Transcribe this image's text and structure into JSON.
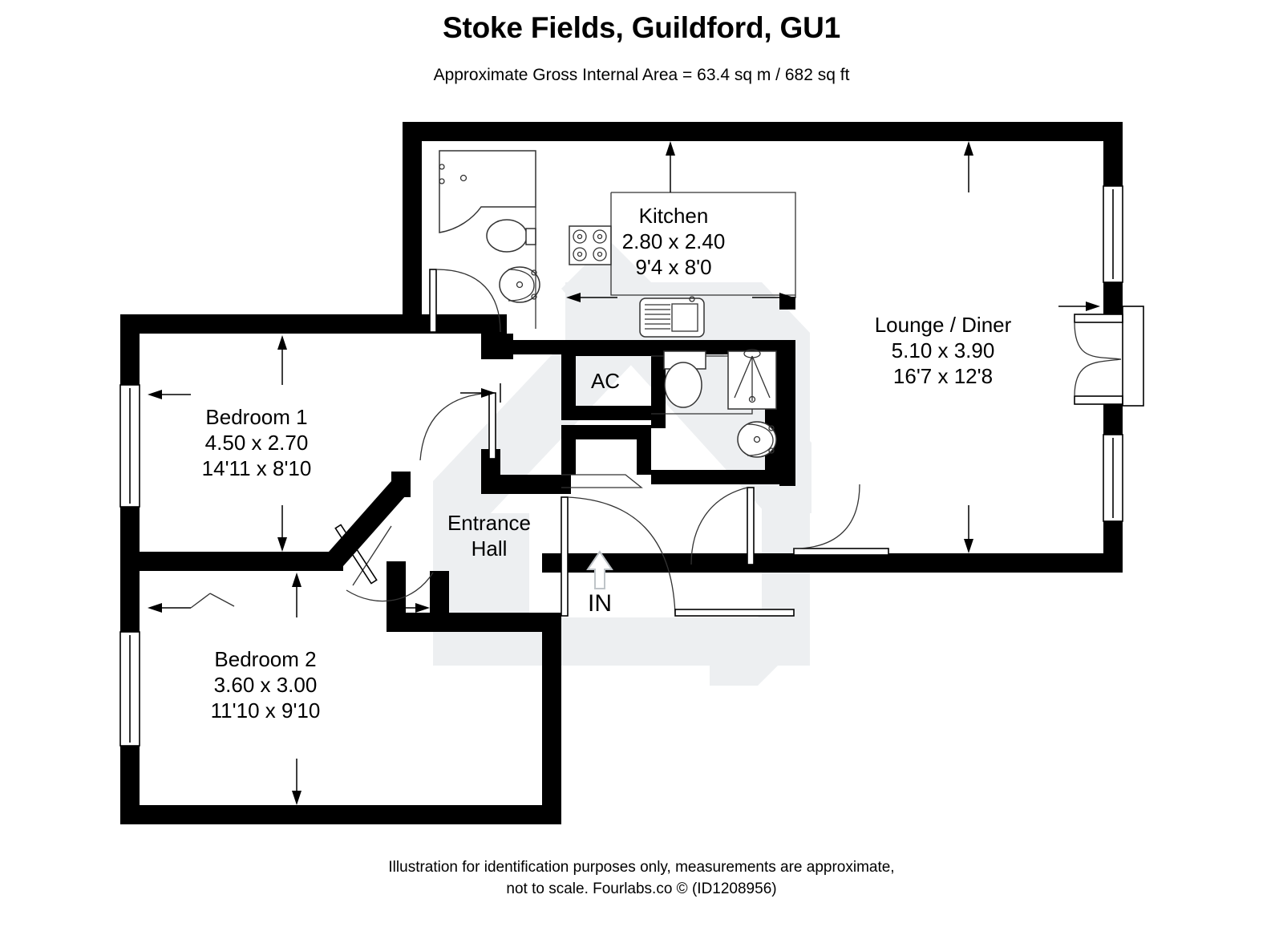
{
  "header": {
    "title": "Stoke Fields, Guildford, GU1",
    "subtitle": "Approximate Gross Internal Area = 63.4 sq m / 682 sq ft"
  },
  "footer": {
    "line1": "Illustration for identification purposes only, measurements are approximate,",
    "line2": "not to scale. Fourlabs.co © (ID1208956)"
  },
  "rooms": [
    {
      "key": "kitchen",
      "name": "Kitchen",
      "metric": "2.80 x 2.40",
      "imperial": "9'4 x 8'0"
    },
    {
      "key": "lounge_diner",
      "name": "Lounge / Diner",
      "metric": "5.10 x 3.90",
      "imperial": "16'7 x 12'8"
    },
    {
      "key": "bedroom_1",
      "name": "Bedroom 1",
      "metric": "4.50 x 2.70",
      "imperial": "14'11 x 8'10"
    },
    {
      "key": "bedroom_2",
      "name": "Bedroom 2",
      "metric": "3.60 x 3.00",
      "imperial": "11'10 x 9'10"
    }
  ],
  "labels": {
    "entrance_hall_line1": "Entrance",
    "entrance_hall_line2": "Hall",
    "ac_cupboard": "AC",
    "entrance_in": "IN"
  },
  "colors": {
    "wall": "#000000",
    "background": "#ffffff",
    "watermark": "#edeff1",
    "fixture_stroke": "#333333"
  }
}
